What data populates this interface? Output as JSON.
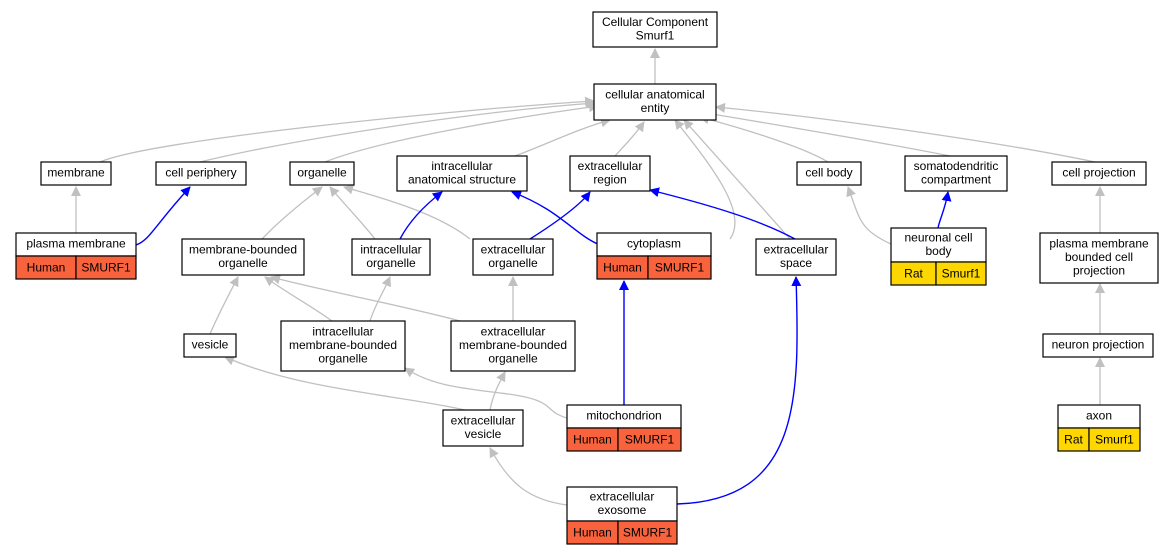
{
  "colors": {
    "human": "#f8623d",
    "rat": "#ffd700",
    "edge_default": "#c0c0c0",
    "edge_annotated": "#0000ff"
  },
  "nodes": {
    "root": {
      "lines": [
        "Cellular Component",
        "Smurf1"
      ]
    },
    "cae": {
      "lines": [
        "cellular anatomical",
        "entity"
      ]
    },
    "membrane": {
      "lines": [
        "membrane"
      ]
    },
    "cell_periphery": {
      "lines": [
        "cell periphery"
      ]
    },
    "organelle": {
      "lines": [
        "organelle"
      ]
    },
    "ias": {
      "lines": [
        "intracellular",
        "anatomical structure"
      ]
    },
    "ecr": {
      "lines": [
        "extracellular",
        "region"
      ]
    },
    "cell_body": {
      "lines": [
        "cell body"
      ]
    },
    "somato": {
      "lines": [
        "somatodendritic",
        "compartment"
      ]
    },
    "cell_projection": {
      "lines": [
        "cell projection"
      ]
    },
    "plasma_membrane": {
      "lines": [
        "plasma membrane"
      ],
      "species": "Human",
      "gene": "SMURF1"
    },
    "mbo": {
      "lines": [
        "membrane-bounded",
        "organelle"
      ]
    },
    "io": {
      "lines": [
        "intracellular",
        "organelle"
      ]
    },
    "eco": {
      "lines": [
        "extracellular",
        "organelle"
      ]
    },
    "cytoplasm": {
      "lines": [
        "cytoplasm"
      ],
      "species": "Human",
      "gene": "SMURF1"
    },
    "ecs": {
      "lines": [
        "extracellular",
        "space"
      ]
    },
    "ncb": {
      "lines": [
        "neuronal cell",
        "body"
      ],
      "species": "Rat",
      "gene": "Smurf1"
    },
    "pmbcp": {
      "lines": [
        "plasma membrane",
        "bounded cell",
        "projection"
      ]
    },
    "vesicle": {
      "lines": [
        "vesicle"
      ]
    },
    "imbo": {
      "lines": [
        "intracellular",
        "membrane-bounded",
        "organelle"
      ]
    },
    "ecmbo": {
      "lines": [
        "extracellular",
        "membrane-bounded",
        "organelle"
      ]
    },
    "neuron_projection": {
      "lines": [
        "neuron projection"
      ]
    },
    "ecv": {
      "lines": [
        "extracellular",
        "vesicle"
      ]
    },
    "mito": {
      "lines": [
        "mitochondrion"
      ],
      "species": "Human",
      "gene": "SMURF1"
    },
    "axon": {
      "lines": [
        "axon"
      ],
      "species": "Rat",
      "gene": "Smurf1"
    },
    "exosome": {
      "lines": [
        "extracellular",
        "exosome"
      ],
      "species": "Human",
      "gene": "SMURF1"
    }
  }
}
